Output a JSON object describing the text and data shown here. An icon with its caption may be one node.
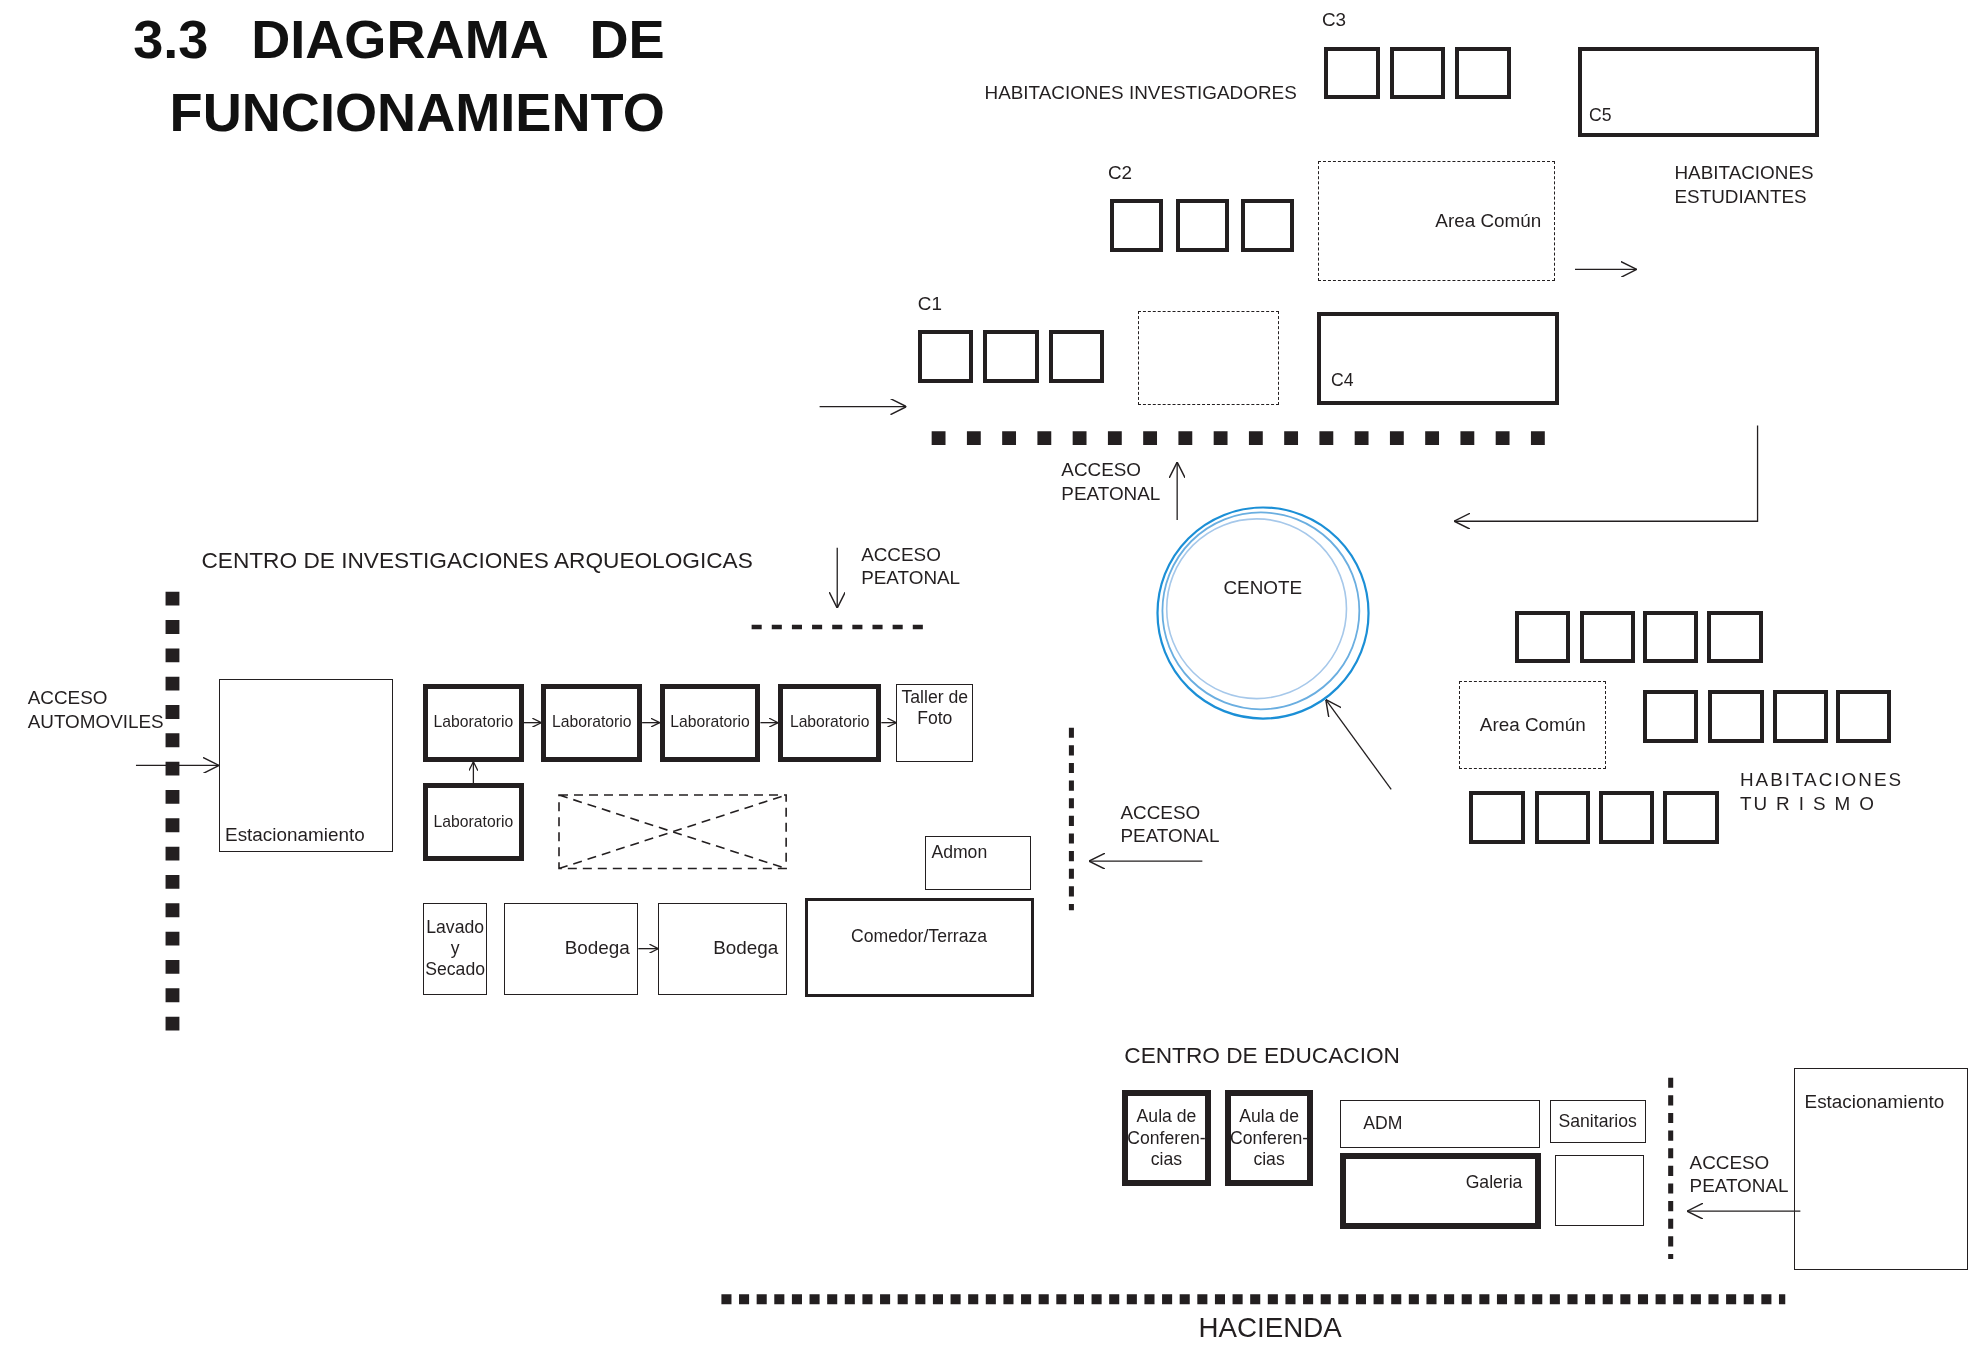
{
  "diagram": {
    "title": "3.3 DIAGRAMA DE FUNCIONAMIENTO",
    "nodes": [
      {
        "text": [],
        "shape": "box"
      },
      {
        "text": [],
        "shape": "box"
      },
      {
        "text": [],
        "shape": "box"
      },
      {
        "text": [
          "C5"
        ]
      },
      {
        "text": [],
        "shape": "box"
      },
      {
        "text": [],
        "shape": "box"
      },
      {
        "text": [],
        "shape": "box"
      },
      {
        "text": [
          "Area Común"
        ]
      },
      {
        "text": [],
        "shape": "box"
      },
      {
        "text": [],
        "shape": "box"
      },
      {
        "text": [],
        "shape": "box"
      },
      {
        "text": [],
        "shape": "box"
      },
      {
        "text": [
          "C4"
        ]
      },
      {
        "text": [
          "CENOTE"
        ]
      },
      {
        "text": [],
        "shape": "box"
      },
      {
        "text": [],
        "shape": "box"
      },
      {
        "text": [],
        "shape": "box"
      },
      {
        "text": [],
        "shape": "box"
      },
      {
        "text": [
          "Area Común"
        ]
      },
      {
        "text": [],
        "shape": "box"
      },
      {
        "text": [],
        "shape": "box"
      },
      {
        "text": [],
        "shape": "box"
      },
      {
        "text": [],
        "shape": "box"
      },
      {
        "text": [],
        "shape": "box"
      },
      {
        "text": [],
        "shape": "box"
      },
      {
        "text": [],
        "shape": "box"
      },
      {
        "text": [],
        "shape": "box"
      },
      {
        "text": [
          "Estacionamiento"
        ]
      },
      {
        "text": [
          "Laboratorio"
        ]
      },
      {
        "text": [
          "Laboratorio"
        ]
      },
      {
        "text": [
          "Laboratorio"
        ]
      },
      {
        "text": [
          "Laboratorio"
        ]
      },
      {
        "text": [
          "Taller de Foto"
        ]
      },
      {
        "text": [
          "Laboratorio"
        ]
      },
      {
        "text": [],
        "shape": "box"
      },
      {
        "text": [
          "Admon"
        ]
      },
      {
        "text": [
          "Lavado y Secado"
        ]
      },
      {
        "text": [
          "Bodega"
        ]
      },
      {
        "text": [
          "Bodega"
        ]
      },
      {
        "text": [
          "Comedor/Terraza"
        ]
      },
      {
        "text": [
          "Aula de Conferen-cias"
        ]
      },
      {
        "text": [
          "Aula de Conferen-cias"
        ]
      },
      {
        "text": [
          "ADM"
        ]
      },
      {
        "text": [
          "Sanitarios"
        ]
      },
      {
        "text": [
          "Galeria"
        ]
      },
      {
        "text": [],
        "shape": "box"
      },
      {
        "text": [
          "Estacionamiento"
        ]
      }
    ],
    "edges": [
      {
        "from": null,
        "to": 27,
        "arrow": "to"
      },
      {
        "from": 28,
        "to": 29,
        "arrow": "to"
      },
      {
        "from": 29,
        "to": 30,
        "arrow": "to"
      },
      {
        "from": 30,
        "to": 31,
        "arrow": "to"
      },
      {
        "from": 31,
        "to": 32,
        "arrow": "to"
      },
      {
        "from": 33,
        "to": 28,
        "arrow": "to"
      },
      {
        "from": 37,
        "to": 38,
        "arrow": "to"
      },
      {
        "from": null,
        "to": 13,
        "arrow": "to"
      }
    ],
    "labels": [
      "C3",
      "HABITACIONES INVESTIGADORES",
      "C2",
      "HABITACIONES ESTUDIANTES",
      "C1",
      "ACCESO PEATONAL",
      "CENTRO DE INVESTIGACIONES ARQUEOLOGICAS",
      "ACCESO PEATONAL",
      "ACCESO AUTOMOVILES",
      "ACCESO PEATONAL",
      "HABITACIONES TURISMO",
      "CENTRO DE EDUCACION",
      "ACCESO PEATONAL",
      "HACIENDA"
    ]
  }
}
